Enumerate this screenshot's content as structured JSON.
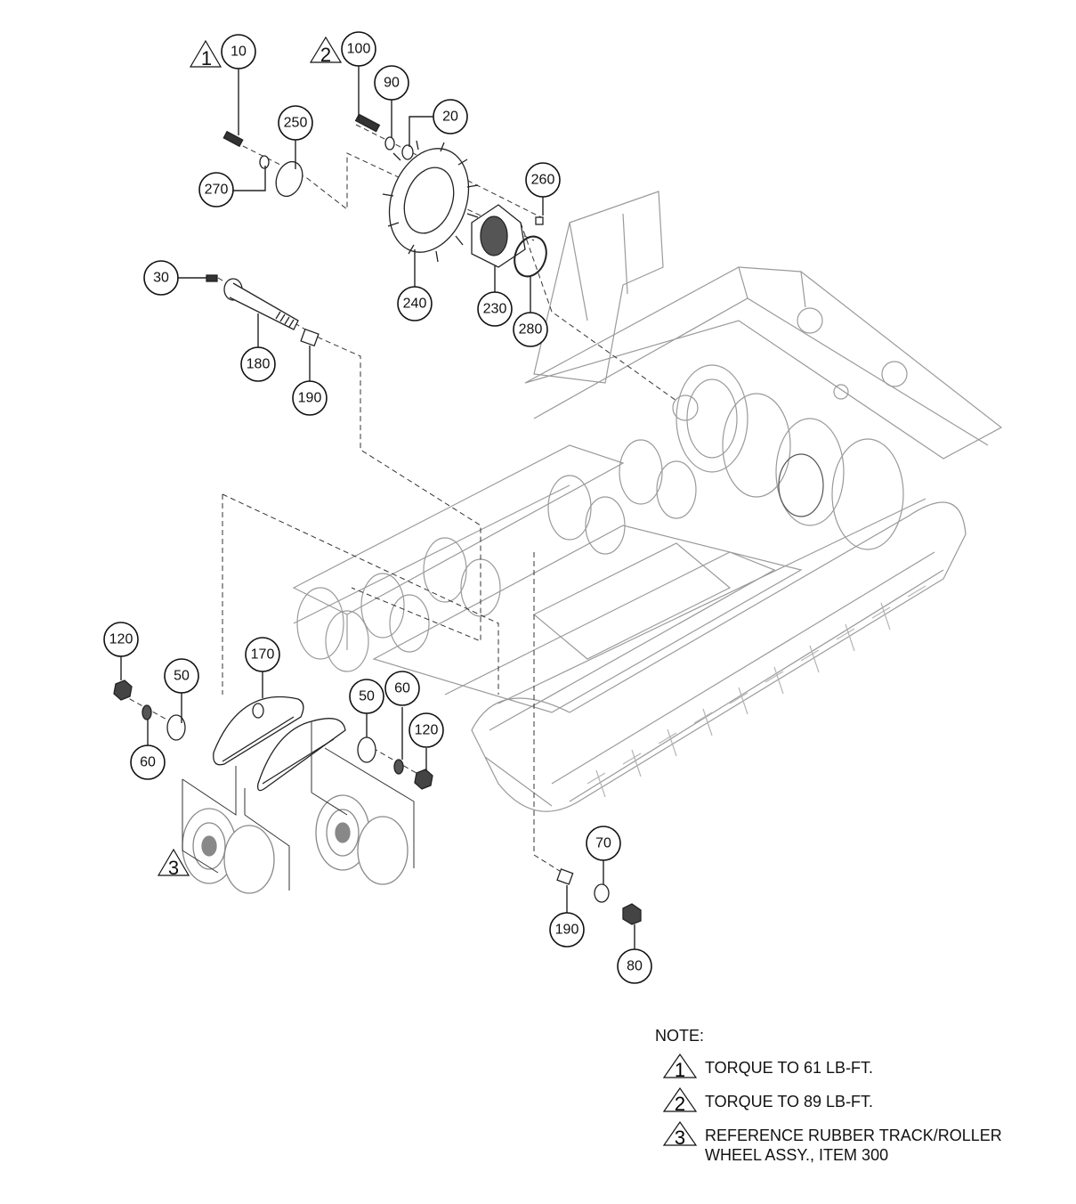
{
  "figure": {
    "type": "exploded parts diagram",
    "subject": "Track undercarriage frame with drive sprocket and roller wheel assemblies"
  },
  "callouts": [
    {
      "id": "c10",
      "label": "10"
    },
    {
      "id": "c100",
      "label": "100"
    },
    {
      "id": "c90",
      "label": "90"
    },
    {
      "id": "c20",
      "label": "20"
    },
    {
      "id": "c250",
      "label": "250"
    },
    {
      "id": "c270",
      "label": "270"
    },
    {
      "id": "c260",
      "label": "260"
    },
    {
      "id": "c30",
      "label": "30"
    },
    {
      "id": "c240",
      "label": "240"
    },
    {
      "id": "c230",
      "label": "230"
    },
    {
      "id": "c280",
      "label": "280"
    },
    {
      "id": "c180",
      "label": "180"
    },
    {
      "id": "c190a",
      "label": "190"
    },
    {
      "id": "c120a",
      "label": "120"
    },
    {
      "id": "c170",
      "label": "170"
    },
    {
      "id": "c50a",
      "label": "50"
    },
    {
      "id": "c60a",
      "label": "60"
    },
    {
      "id": "c50b",
      "label": "50"
    },
    {
      "id": "c60b",
      "label": "60"
    },
    {
      "id": "c120b",
      "label": "120"
    },
    {
      "id": "c70",
      "label": "70"
    },
    {
      "id": "c190b",
      "label": "190"
    },
    {
      "id": "c80",
      "label": "80"
    }
  ],
  "flags": [
    {
      "id": "f1",
      "label": "1"
    },
    {
      "id": "f2",
      "label": "2"
    },
    {
      "id": "f3",
      "label": "3"
    }
  ],
  "notes": {
    "title": "NOTE:",
    "items": [
      {
        "flag": "1",
        "text": "TORQUE TO 61 LB-FT."
      },
      {
        "flag": "2",
        "text": "TORQUE TO 89 LB-FT."
      },
      {
        "flag": "3",
        "text": "REFERENCE RUBBER TRACK/ROLLER\nWHEEL ASSY., ITEM 300"
      }
    ]
  }
}
